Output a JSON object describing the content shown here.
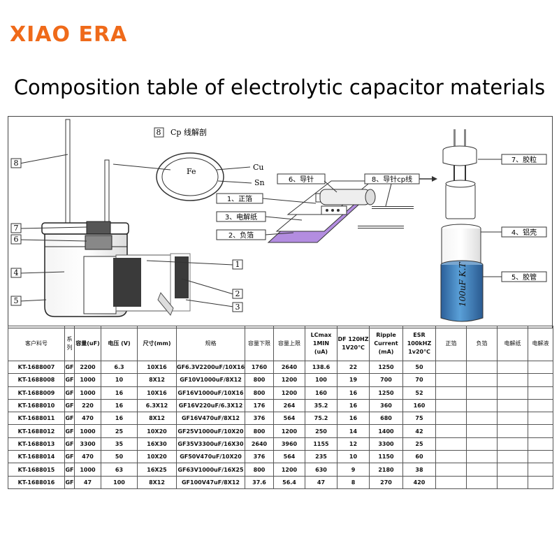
{
  "brand": "XIAO ERA",
  "title": "Composition table of electrolytic capacitor materials",
  "diagram": {
    "cp_section_num": "8",
    "cp_section_title": "Cp 线解剖",
    "fe": "Fe",
    "cu": "Cu",
    "sn": "Sn",
    "left_callouts": [
      "8",
      "7",
      "6",
      "4",
      "5"
    ],
    "right_callouts": [
      "1",
      "2",
      "3"
    ],
    "part_labels": {
      "p1": "1、正箔",
      "p3": "3、电解纸",
      "p2": "2、负箔",
      "p6": "6、导针",
      "p8": "8、导针cp线",
      "p7": "7、胶粒",
      "p4": "4、铝壳",
      "p5": "5、胶管"
    },
    "sleeve_text": "100uF K.T"
  },
  "table": {
    "headers": [
      "客户料号",
      "系列",
      "容量(uF)",
      "电压 (V)",
      "尺寸(mm)",
      "规格",
      "容量下限",
      "容量上限",
      "LCmax 1MIN (uA)",
      "DF 120HZ 1V20℃",
      "Ripple Current (mA)",
      "ESR 100kHZ 1v20℃",
      "正箔",
      "负箔",
      "电解纸",
      "电解液"
    ],
    "rows": [
      [
        "KT-1688007",
        "GF",
        "2200",
        "6.3",
        "10X16",
        "GF6.3V2200uF/10X16",
        "1760",
        "2640",
        "138.6",
        "22",
        "1250",
        "50",
        "",
        "",
        "",
        ""
      ],
      [
        "KT-1688008",
        "GF",
        "1000",
        "10",
        "8X12",
        "GF10V1000uF/8X12",
        "800",
        "1200",
        "100",
        "19",
        "700",
        "70",
        "",
        "",
        "",
        ""
      ],
      [
        "KT-1688009",
        "GF",
        "1000",
        "16",
        "10X16",
        "GF16V1000uF/10X16",
        "800",
        "1200",
        "160",
        "16",
        "1250",
        "52",
        "",
        "",
        "",
        ""
      ],
      [
        "KT-1688010",
        "GF",
        "220",
        "16",
        "6.3X12",
        "GF16V220uF/6.3X12",
        "176",
        "264",
        "35.2",
        "16",
        "360",
        "160",
        "",
        "",
        "",
        ""
      ],
      [
        "KT-1688011",
        "GF",
        "470",
        "16",
        "8X12",
        "GF16V470uF/8X12",
        "376",
        "564",
        "75.2",
        "16",
        "680",
        "75",
        "",
        "",
        "",
        ""
      ],
      [
        "KT-1688012",
        "GF",
        "1000",
        "25",
        "10X20",
        "GF25V1000uF/10X20",
        "800",
        "1200",
        "250",
        "14",
        "1400",
        "42",
        "",
        "",
        "",
        ""
      ],
      [
        "KT-1688013",
        "GF",
        "3300",
        "35",
        "16X30",
        "GF35V3300uF/16X30",
        "2640",
        "3960",
        "1155",
        "12",
        "3300",
        "25",
        "",
        "",
        "",
        ""
      ],
      [
        "KT-1688014",
        "GF",
        "470",
        "50",
        "10X20",
        "GF50V470uF/10X20",
        "376",
        "564",
        "235",
        "10",
        "1150",
        "60",
        "",
        "",
        "",
        ""
      ],
      [
        "KT-1688015",
        "GF",
        "1000",
        "63",
        "16X25",
        "GF63V1000uF/16X25",
        "800",
        "1200",
        "630",
        "9",
        "2180",
        "38",
        "",
        "",
        "",
        ""
      ],
      [
        "KT-1688016",
        "GF",
        "47",
        "100",
        "8X12",
        "GF100V47uF/8X12",
        "37.6",
        "56.4",
        "47",
        "8",
        "270",
        "420",
        "",
        "",
        "",
        ""
      ]
    ]
  },
  "colors": {
    "brand": "#ef6a1a",
    "electrolyte_paper": "#b38de0",
    "sleeve": "#3a78b8",
    "foil_dark": "#3a3a3a"
  }
}
